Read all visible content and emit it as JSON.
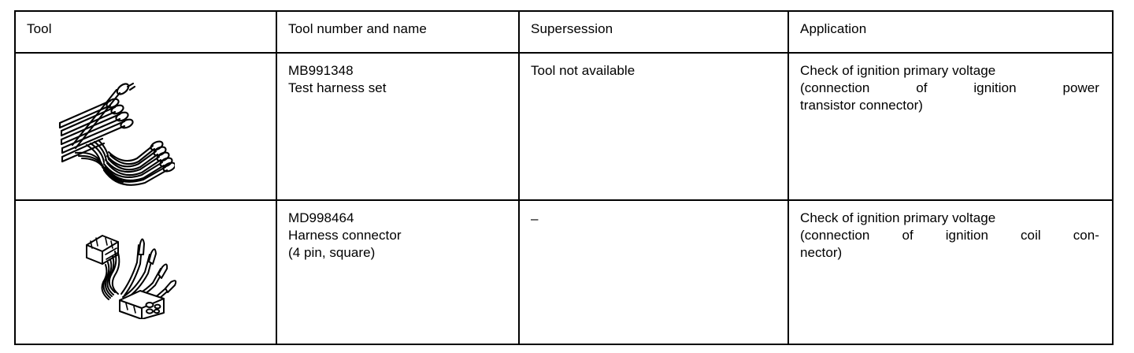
{
  "document": {
    "type": "special-tools-table",
    "background_color": "#ffffff",
    "ink_color": "#000000"
  },
  "table": {
    "headers": [
      {
        "key": "tool",
        "label": "Tool"
      },
      {
        "key": "number_name",
        "label": "Tool number and name"
      },
      {
        "key": "supersession",
        "label": "Supersession"
      },
      {
        "key": "application",
        "label": "Application"
      }
    ],
    "rows": [
      {
        "illustration": "test-harness-set-illustration",
        "tool_number": "MB991348",
        "tool_name": "Test harness set",
        "tool_name_extra": "",
        "supersession": "Tool not available",
        "application_lines": [
          "Check of ignition primary voltage",
          "(connection of ignition power",
          "transistor connector)"
        ]
      },
      {
        "illustration": "harness-connector-illustration",
        "tool_number": "MD998464",
        "tool_name": "Harness connector",
        "tool_name_extra": "(4 pin, square)",
        "supersession": "–",
        "application_lines": [
          "Check of ignition primary voltage",
          "(connection of ignition coil con-",
          "nector)"
        ]
      }
    ]
  }
}
